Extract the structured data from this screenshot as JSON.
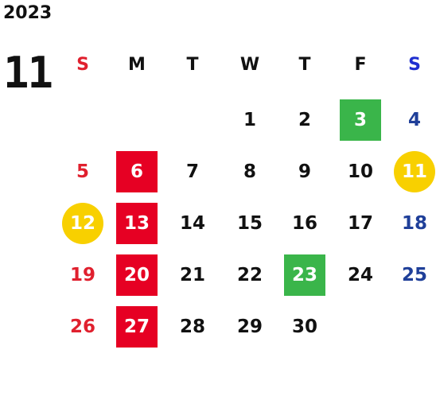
{
  "calendar": {
    "year": "2023",
    "month": "11",
    "weekdays": [
      "S",
      "M",
      "T",
      "W",
      "T",
      "F",
      "S"
    ],
    "first_weekday_index": 3,
    "days_in_month": 30,
    "colors": {
      "default": "#111111",
      "sunday": "#e0202e",
      "saturday": "#1f3f99",
      "saturday_header": "#1f2fd0",
      "red_box": "#e60023",
      "green_box": "#3ab54a",
      "yellow_circle": "#f8d000",
      "highlight_text": "#ffffff"
    },
    "highlights": {
      "3": "green",
      "6": "red",
      "11": "yellow",
      "12": "yellow",
      "13": "red",
      "20": "red",
      "23": "green",
      "27": "red"
    }
  }
}
